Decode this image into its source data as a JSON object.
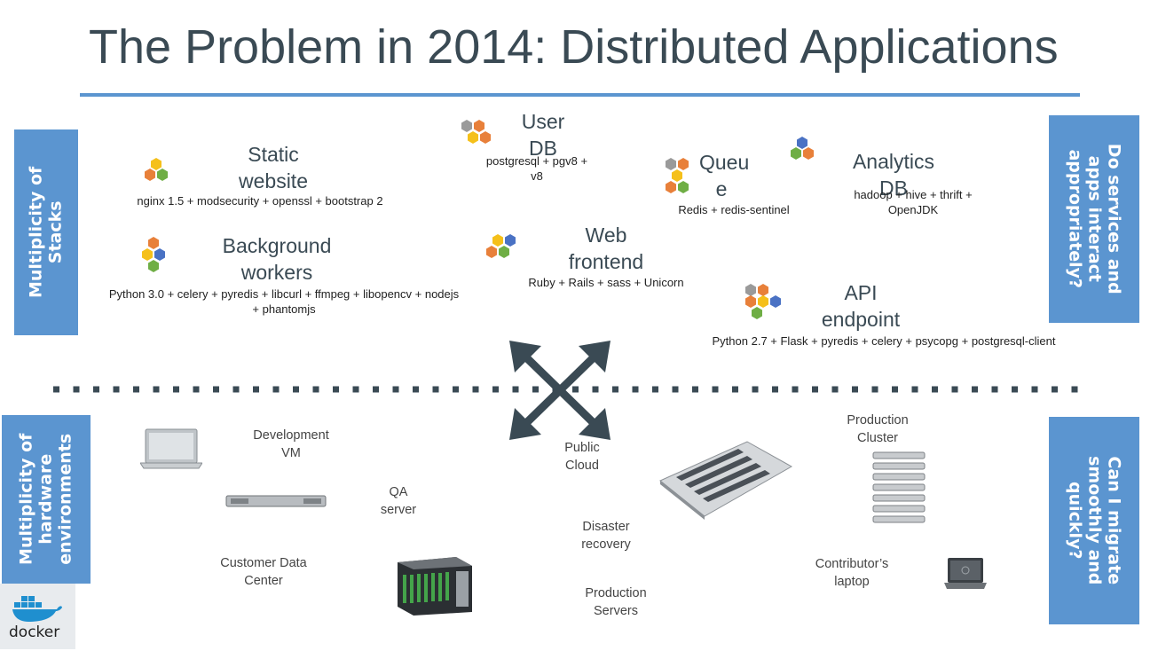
{
  "title": "The Problem in 2014: Distributed Applications",
  "side_labels": {
    "stacks": [
      "Multiplicity of",
      "Stacks"
    ],
    "hardware": [
      "Multiplicity of",
      "hardware",
      "environments"
    ],
    "interact": [
      "Do services and",
      "apps interact",
      "appropriately?"
    ],
    "migrate": [
      "Can I migrate",
      "smoothly and",
      "quickly?"
    ]
  },
  "services": {
    "static_website": {
      "name": [
        "Static",
        "website"
      ],
      "stack": "nginx 1.5 + modsecurity + openssl + bootstrap 2"
    },
    "user_db": {
      "name": [
        "User",
        "DB"
      ],
      "stack": [
        "postgresql + pgv8 +",
        "v8"
      ]
    },
    "queue": {
      "name": [
        "Queu",
        "e"
      ],
      "stack": "Redis + redis-sentinel"
    },
    "analytics_db": {
      "name": [
        "Analytics",
        "DB"
      ],
      "stack": [
        "hadoop + hive + thrift +",
        "OpenJDK"
      ]
    },
    "background_workers": {
      "name": [
        "Background",
        "workers"
      ],
      "stack": [
        "Python 3.0 + celery + pyredis + libcurl + ffmpeg + libopencv + nodejs",
        "+ phantomjs"
      ]
    },
    "web_frontend": {
      "name": [
        "Web",
        "frontend"
      ],
      "stack": "Ruby + Rails + sass + Unicorn"
    },
    "api_endpoint": {
      "name": [
        "API",
        "endpoint"
      ],
      "stack": "Python 2.7 + Flask + pyredis + celery + psycopg + postgresql-client"
    }
  },
  "environments": {
    "development_vm": [
      "Development",
      "VM"
    ],
    "qa_server": [
      "QA",
      "server"
    ],
    "customer_dc": [
      "Customer Data",
      "Center"
    ],
    "public_cloud": [
      "Public",
      "Cloud"
    ],
    "disaster_recovery": [
      "Disaster",
      "recovery"
    ],
    "production_servers": [
      "Production",
      "Servers"
    ],
    "production_cluster": [
      "Production",
      "Cluster"
    ],
    "contributor_laptop": [
      "Contributor’s",
      "laptop"
    ]
  },
  "logo_text": "docker",
  "colors": {
    "accent": "#5b95d0",
    "title": "#3a4a54",
    "hex_orange": "#e8803a",
    "hex_yellow": "#f5c01a",
    "hex_green": "#6fae45",
    "hex_blue": "#4a72c4",
    "hex_gray": "#9a9a9a"
  }
}
